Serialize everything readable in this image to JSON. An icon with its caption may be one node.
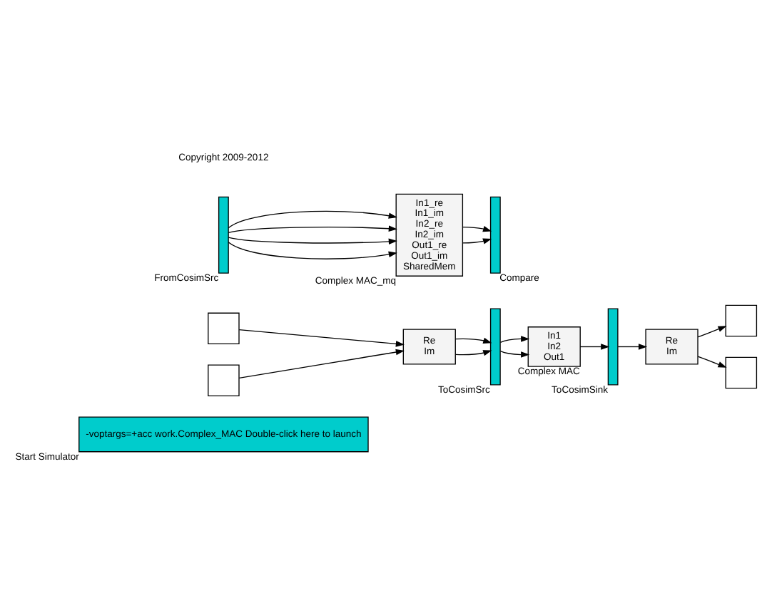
{
  "diagram": {
    "nodes": [
      {
        "text": [
          "-voptargs=+acc work.Complex_MAC Double-click here to launch"
        ],
        "beside": [
          "Start Simulator"
        ]
      },
      {
        "text": [],
        "shape": "box"
      },
      {
        "text": [],
        "shape": "box"
      },
      {
        "text": [
          "Re",
          "Im"
        ]
      },
      {
        "text": [],
        "shape": "bar",
        "beside": [
          "ToCosimSrc"
        ]
      },
      {
        "text": [
          "In1",
          "In2",
          "Out1"
        ],
        "beside": [
          "Complex MAC"
        ]
      },
      {
        "text": [],
        "shape": "bar",
        "beside": [
          "ToCosimSink"
        ]
      },
      {
        "text": [
          "Re",
          "Im"
        ]
      },
      {
        "text": [],
        "shape": "box"
      },
      {
        "text": [],
        "shape": "box"
      },
      {
        "text": [],
        "shape": "bar",
        "beside": [
          "FromCosimSrc"
        ]
      },
      {
        "text": [
          "In1_re",
          "In1_im",
          "In2_re",
          "In2_im",
          "Out1_re",
          "Out1_im",
          "SharedMem"
        ],
        "beside": [
          "Complex MAC_mq"
        ]
      },
      {
        "text": [],
        "shape": "bar",
        "beside": [
          "Compare"
        ]
      }
    ],
    "edges": [
      {
        "from": 1,
        "to": 3,
        "arrow": "to"
      },
      {
        "from": 2,
        "to": 3,
        "arrow": "to"
      },
      {
        "from": 3,
        "to": 4,
        "arrow": "to"
      },
      {
        "from": 3,
        "to": 4,
        "arrow": "to"
      },
      {
        "from": 4,
        "to": 5,
        "arrow": "to"
      },
      {
        "from": 4,
        "to": 5,
        "arrow": "to"
      },
      {
        "from": 5,
        "to": 6,
        "arrow": "to"
      },
      {
        "from": 6,
        "to": 7,
        "arrow": "to"
      },
      {
        "from": 7,
        "to": 8,
        "arrow": "to"
      },
      {
        "from": 7,
        "to": 9,
        "arrow": "to"
      },
      {
        "from": 10,
        "to": 11,
        "arrow": "to"
      },
      {
        "from": 10,
        "to": 11,
        "arrow": "to"
      },
      {
        "from": 10,
        "to": 11,
        "arrow": "to"
      },
      {
        "from": 10,
        "to": 11,
        "arrow": "to"
      },
      {
        "from": 11,
        "to": 12,
        "arrow": "to"
      },
      {
        "from": 11,
        "to": 12,
        "arrow": "to"
      }
    ],
    "labels": [
      "Copyright 2009-2012"
    ]
  }
}
